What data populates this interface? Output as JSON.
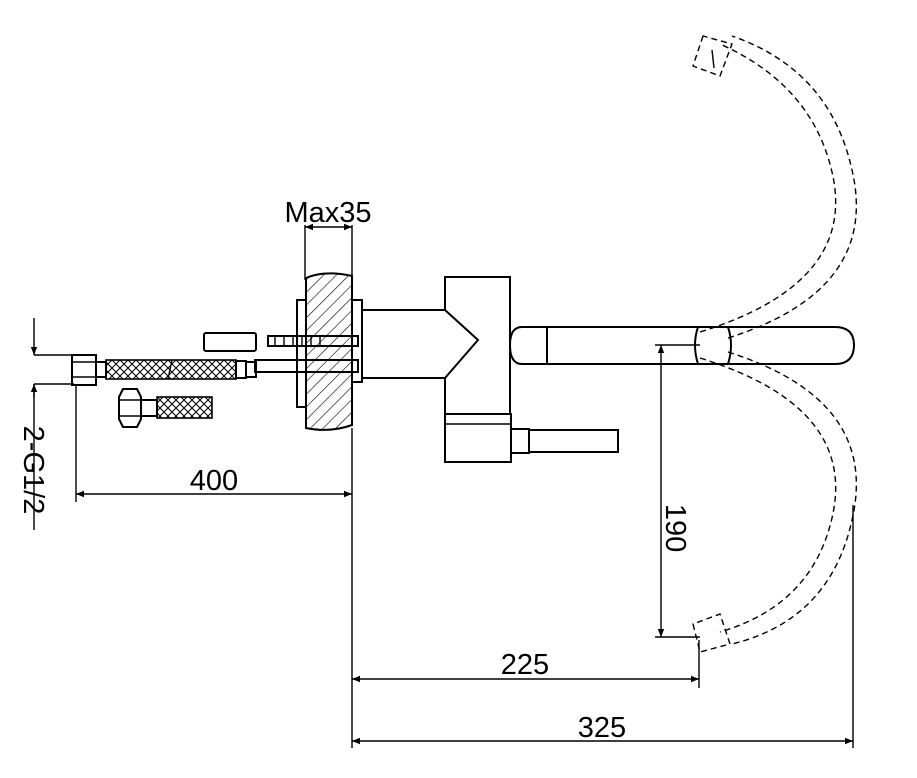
{
  "dimensions": {
    "clamp_max": "Max35",
    "hose_length": "400",
    "connector": "2-G1/2",
    "spout_height": "190",
    "spout_reach": "225",
    "total_reach": "325"
  }
}
